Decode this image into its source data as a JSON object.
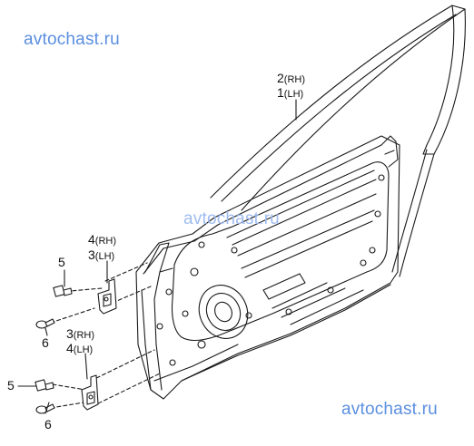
{
  "watermarks": [
    "avtochast.ru",
    "avtochast.ru",
    "avtochast.ru"
  ],
  "callouts": {
    "door_rh": {
      "num": "2",
      "sfx": "(RH)"
    },
    "door_lh": {
      "num": "1",
      "sfx": "(LH)"
    },
    "upper_hinge_rh": {
      "num": "4",
      "sfx": "(RH)"
    },
    "upper_hinge_lh": {
      "num": "3",
      "sfx": "(LH)"
    },
    "lower_hinge_rh": {
      "num": "3",
      "sfx": "(RH)"
    },
    "lower_hinge_lh": {
      "num": "4",
      "sfx": "(LH)"
    },
    "bolt_upper": {
      "num": "5"
    },
    "bolt_upper_b": {
      "num": "6"
    },
    "bolt_lower": {
      "num": "5"
    },
    "bolt_lower_b": {
      "num": "6"
    }
  },
  "colors": {
    "line": "#1a1a1a",
    "watermark": "#5b8fe0",
    "background": "#ffffff"
  }
}
